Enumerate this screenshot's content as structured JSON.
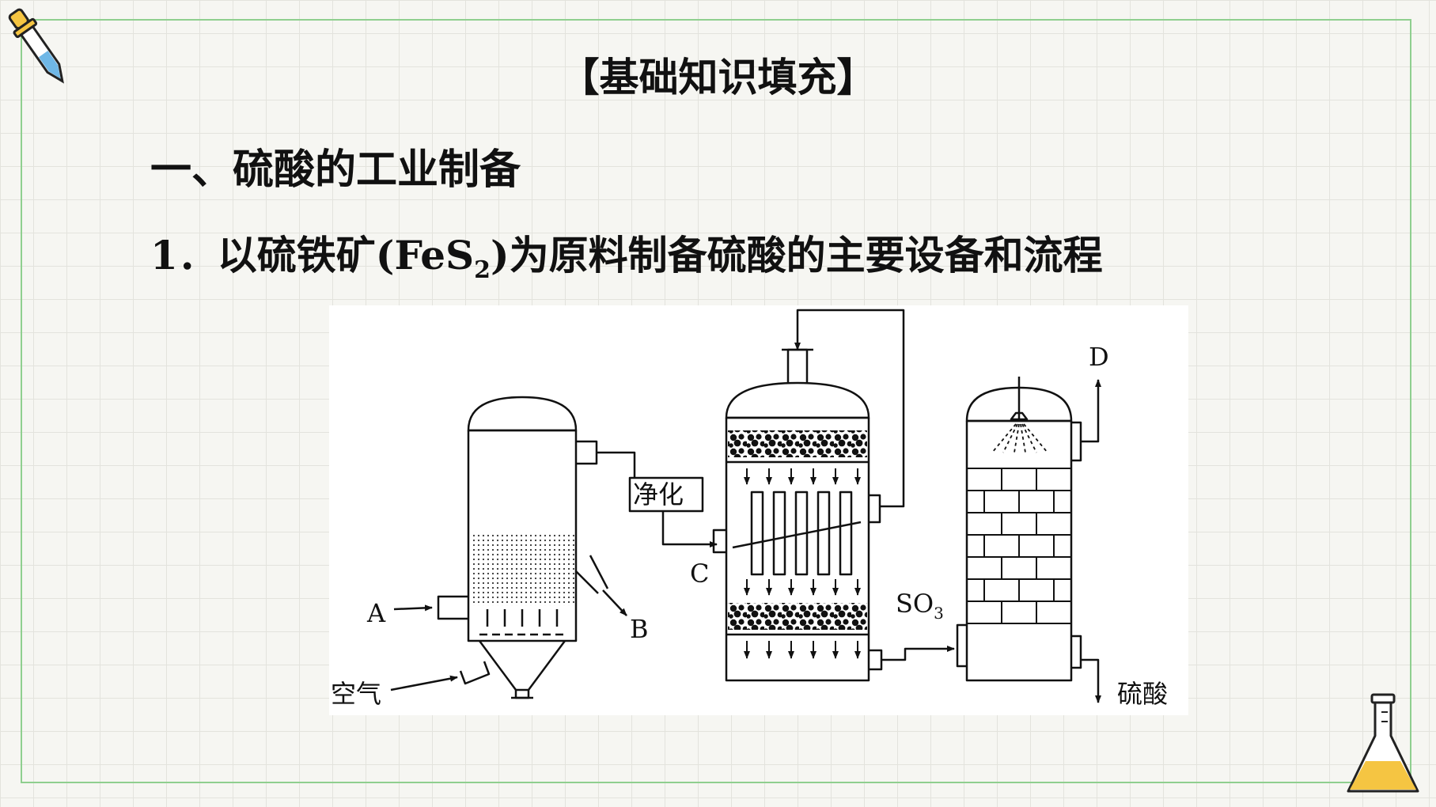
{
  "slide": {
    "heading": "【基础知识填充】",
    "section_title": "一、硫酸的工业制备",
    "subsection": {
      "number": "1．",
      "text_before": "以硫铁矿",
      "formula_main": "(FeS",
      "formula_sub": "2",
      "formula_close": ")",
      "text_after": "为原料制备硫酸的主要设备和流程"
    }
  },
  "diagram": {
    "labels": {
      "a": "A",
      "b": "B",
      "c": "C",
      "d": "D",
      "air": "空气",
      "purify": "净化",
      "so3_main": "SO",
      "so3_sub": "3",
      "sulfuric_acid": "硫酸"
    }
  },
  "icons": [
    "dropper-icon",
    "flask-icon"
  ],
  "colors": {
    "frame": "#8fcf8f",
    "flask_liquid": "#f5c542",
    "dropper_liquid": "#6fb7e6"
  }
}
